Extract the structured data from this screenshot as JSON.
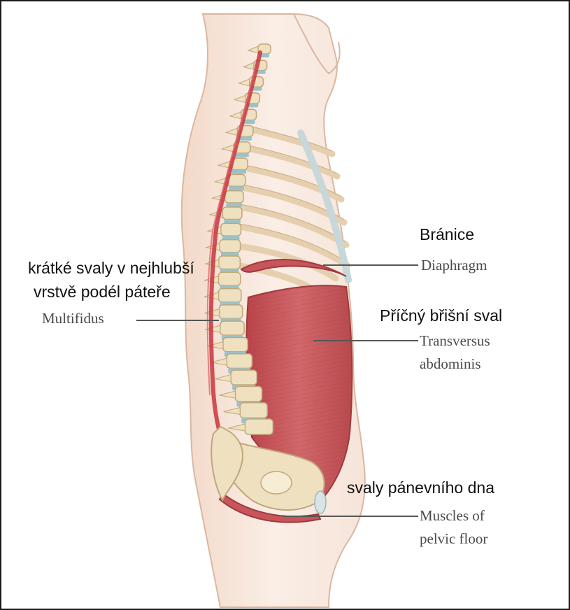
{
  "labels": {
    "diaphragm": {
      "cz": "Bránice",
      "en": "Diaphragm"
    },
    "multifidus": {
      "cz_line1": "krátké svaly v nejhlubší",
      "cz_line2": "vrstvě podél páteře",
      "en": "Multifidus"
    },
    "transversus": {
      "cz": "Příčný břišní sval",
      "en_line1": "Transversus",
      "en_line2": "abdominis"
    },
    "pelvic_floor": {
      "cz": "svaly pánevního dna",
      "en_line1": "Muscles of",
      "en_line2": "pelvic floor"
    }
  },
  "colors": {
    "skin": "#f7e6da",
    "skin_outline": "#d9b8a3",
    "bone": "#efe0bf",
    "bone_outline": "#bfa77c",
    "disc": "#9cc2c7",
    "muscle": "#c8555a",
    "muscle_dark": "#9e3a3f",
    "rib": "#f2dfc6",
    "pointer": "#555555"
  }
}
